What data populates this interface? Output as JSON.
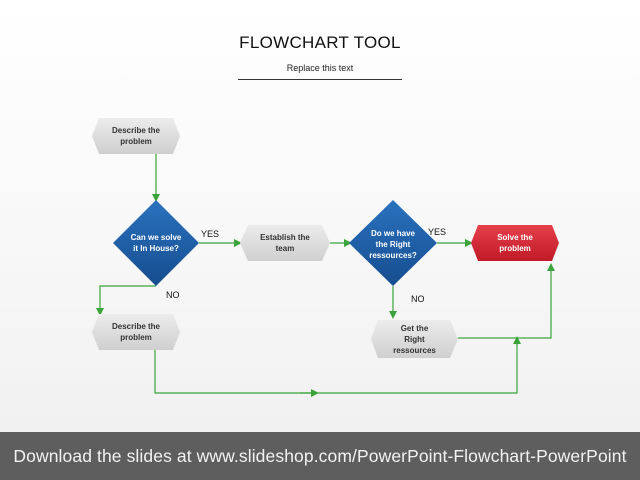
{
  "header": {
    "title": "FLOWCHART TOOL",
    "subtitle": "Replace this text"
  },
  "nodes": {
    "describe_top": "Describe the\nproblem",
    "can_we_solve": "Can we solve\nit In House?",
    "establish_team": "Establish the\nteam",
    "do_we_have": "Do we have\nthe Right\nressources?",
    "solve_problem": "Solve the\nproblem",
    "describe_bottom": "Describe the\nproblem",
    "get_resources": "Get the\nRight\nressources"
  },
  "labels": {
    "yes_1": "YES",
    "yes_2": "YES",
    "no_1": "NO",
    "no_2": "NO"
  },
  "colors": {
    "connector": "#3aa33a",
    "diamond": "#1f5ea8",
    "highlight": "#d42433",
    "process": "#d9d9d9"
  },
  "footer": {
    "text": "Download the slides at www.slideshop.com/PowerPoint-Flowchart-PowerPoint"
  }
}
